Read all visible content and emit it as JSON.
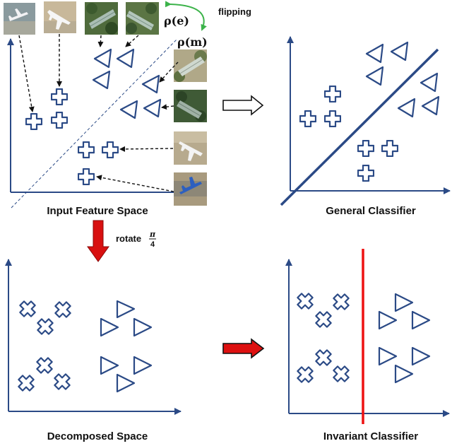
{
  "panels": {
    "input_feature_space": {
      "caption": "Input Feature Space"
    },
    "general_classifier": {
      "caption": "General Classifier"
    },
    "decomposed_space": {
      "caption": "Decomposed Space"
    },
    "invariant_classifier": {
      "caption": "Invariant Classifier"
    }
  },
  "annotations": {
    "flipping": "flipping",
    "rho_e": "ρ(e)",
    "rho_m": "ρ(m)",
    "rotate": "rotate",
    "rotate_num": "π",
    "rotate_den": "4"
  },
  "colors": {
    "marker": "#2b4a86",
    "axis": "#2b4a86",
    "invariant_line": "#ee1111",
    "down_arrow": "#d81010",
    "right_arrow_fill": "#dd1010",
    "flip_arrow": "#3cb34a",
    "dashed_boundary": "#2b4a86"
  },
  "icons": {
    "plus_marker": "plus-marker-icon",
    "x_marker": "x-marker-icon",
    "triangle_marker": "triangle-marker-icon",
    "airplane_thumbnail": "airplane-thumbnail-icon",
    "building_thumbnail": "building-thumbnail-icon"
  }
}
